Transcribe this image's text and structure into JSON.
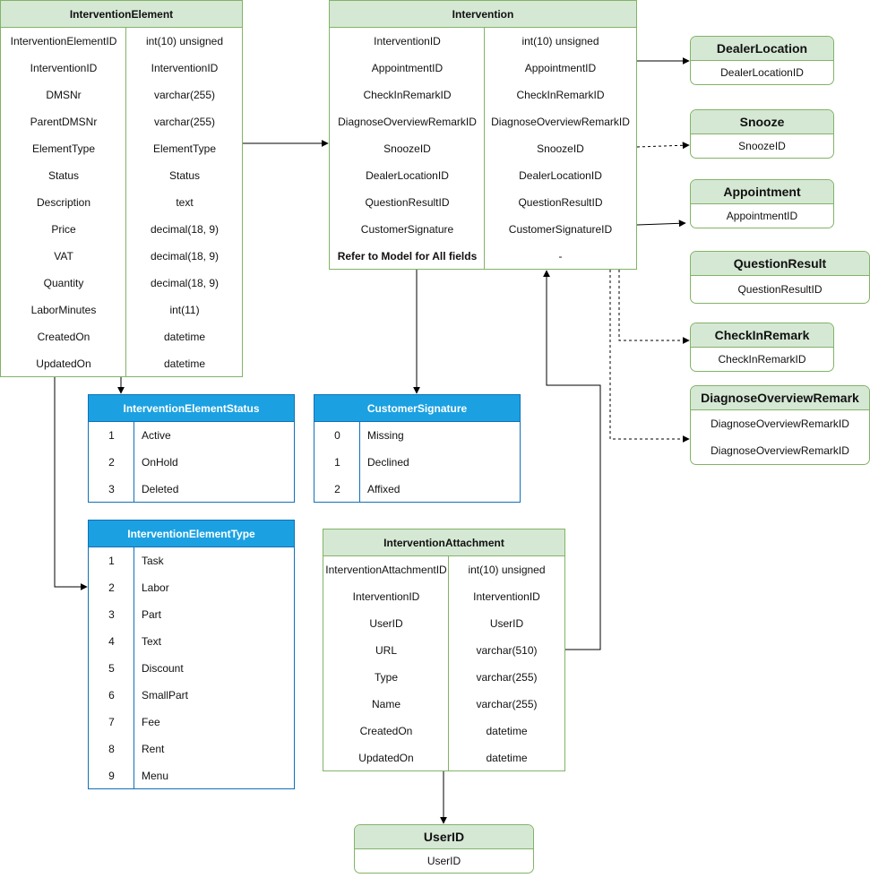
{
  "intervention_element": {
    "title": "InterventionElement",
    "rows": [
      [
        "InterventionElementID",
        "int(10) unsigned"
      ],
      [
        "InterventionID",
        "InterventionID"
      ],
      [
        "DMSNr",
        "varchar(255)"
      ],
      [
        "ParentDMSNr",
        "varchar(255)"
      ],
      [
        "ElementType",
        "ElementType"
      ],
      [
        "Status",
        "Status"
      ],
      [
        "Description",
        "text"
      ],
      [
        "Price",
        "decimal(18, 9)"
      ],
      [
        "VAT",
        "decimal(18, 9)"
      ],
      [
        "Quantity",
        "decimal(18, 9)"
      ],
      [
        "LaborMinutes",
        "int(11)"
      ],
      [
        "CreatedOn",
        "datetime"
      ],
      [
        "UpdatedOn",
        "datetime"
      ]
    ]
  },
  "intervention": {
    "title": "Intervention",
    "rows": [
      [
        "InterventionID",
        "int(10) unsigned"
      ],
      [
        "AppointmentID",
        "AppointmentID"
      ],
      [
        "CheckInRemarkID",
        "CheckInRemarkID"
      ],
      [
        "DiagnoseOverviewRemarkID",
        "DiagnoseOverviewRemarkID"
      ],
      [
        "SnoozeID",
        "SnoozeID"
      ],
      [
        "DealerLocationID",
        "DealerLocationID"
      ],
      [
        "QuestionResultID",
        "QuestionResultID"
      ],
      [
        "CustomerSignature",
        "CustomerSignatureID"
      ],
      [
        "Refer to Model for All fields",
        "-"
      ]
    ]
  },
  "intervention_element_status": {
    "title": "InterventionElementStatus",
    "rows": [
      [
        "1",
        "Active"
      ],
      [
        "2",
        "OnHold"
      ],
      [
        "3",
        "Deleted"
      ]
    ]
  },
  "customer_signature": {
    "title": "CustomerSignature",
    "rows": [
      [
        "0",
        "Missing"
      ],
      [
        "1",
        "Declined"
      ],
      [
        "2",
        "Affixed"
      ]
    ]
  },
  "intervention_element_type": {
    "title": "InterventionElementType",
    "rows": [
      [
        "1",
        "Task"
      ],
      [
        "2",
        "Labor"
      ],
      [
        "3",
        "Part"
      ],
      [
        "4",
        "Text"
      ],
      [
        "5",
        "Discount"
      ],
      [
        "6",
        "SmallPart"
      ],
      [
        "7",
        "Fee"
      ],
      [
        "8",
        "Rent"
      ],
      [
        "9",
        "Menu"
      ]
    ]
  },
  "intervention_attachment": {
    "title": "InterventionAttachment",
    "rows": [
      [
        "InterventionAttachmentID",
        "int(10) unsigned"
      ],
      [
        "InterventionID",
        "InterventionID"
      ],
      [
        "UserID",
        "UserID"
      ],
      [
        "URL",
        "varchar(510)"
      ],
      [
        "Type",
        "varchar(255)"
      ],
      [
        "Name",
        "varchar(255)"
      ],
      [
        "CreatedOn",
        "datetime"
      ],
      [
        "UpdatedOn",
        "datetime"
      ]
    ]
  },
  "entities": {
    "dealer_location": {
      "title": "DealerLocation",
      "rows": [
        "DealerLocationID"
      ]
    },
    "snooze": {
      "title": "Snooze",
      "rows": [
        "SnoozeID"
      ]
    },
    "appointment": {
      "title": "Appointment",
      "rows": [
        "AppointmentID"
      ]
    },
    "question_result": {
      "title": "QuestionResult",
      "rows": [
        "QuestionResultID"
      ]
    },
    "check_in_remark": {
      "title": "CheckInRemark",
      "rows": [
        "CheckInRemarkID"
      ]
    },
    "diagnose_overview_remark": {
      "title": "DiagnoseOverviewRemark",
      "rows": [
        "DiagnoseOverviewRemarkID",
        "DiagnoseOverviewRemarkID"
      ]
    },
    "user_id": {
      "title": "UserID",
      "rows": [
        "UserID"
      ]
    }
  },
  "colors": {
    "green_fill": "#d5e8d4",
    "green_stroke": "#82b366",
    "blue_fill": "#1ba1e2",
    "blue_stroke": "#1170b8"
  }
}
